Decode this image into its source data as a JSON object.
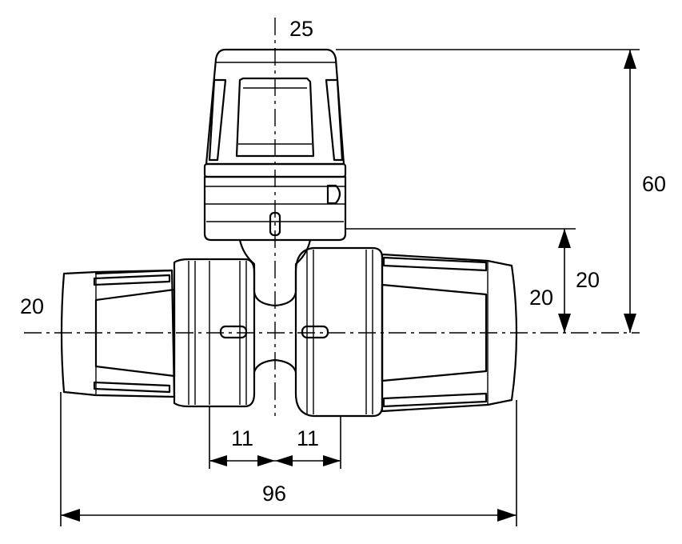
{
  "dimensions": {
    "top_outlet": "25",
    "left_inlet": "20",
    "right_inlet": "20",
    "right_offset": "20",
    "overall_height": "60",
    "left_half_spacing": "11",
    "right_half_spacing": "11",
    "overall_length": "96"
  }
}
